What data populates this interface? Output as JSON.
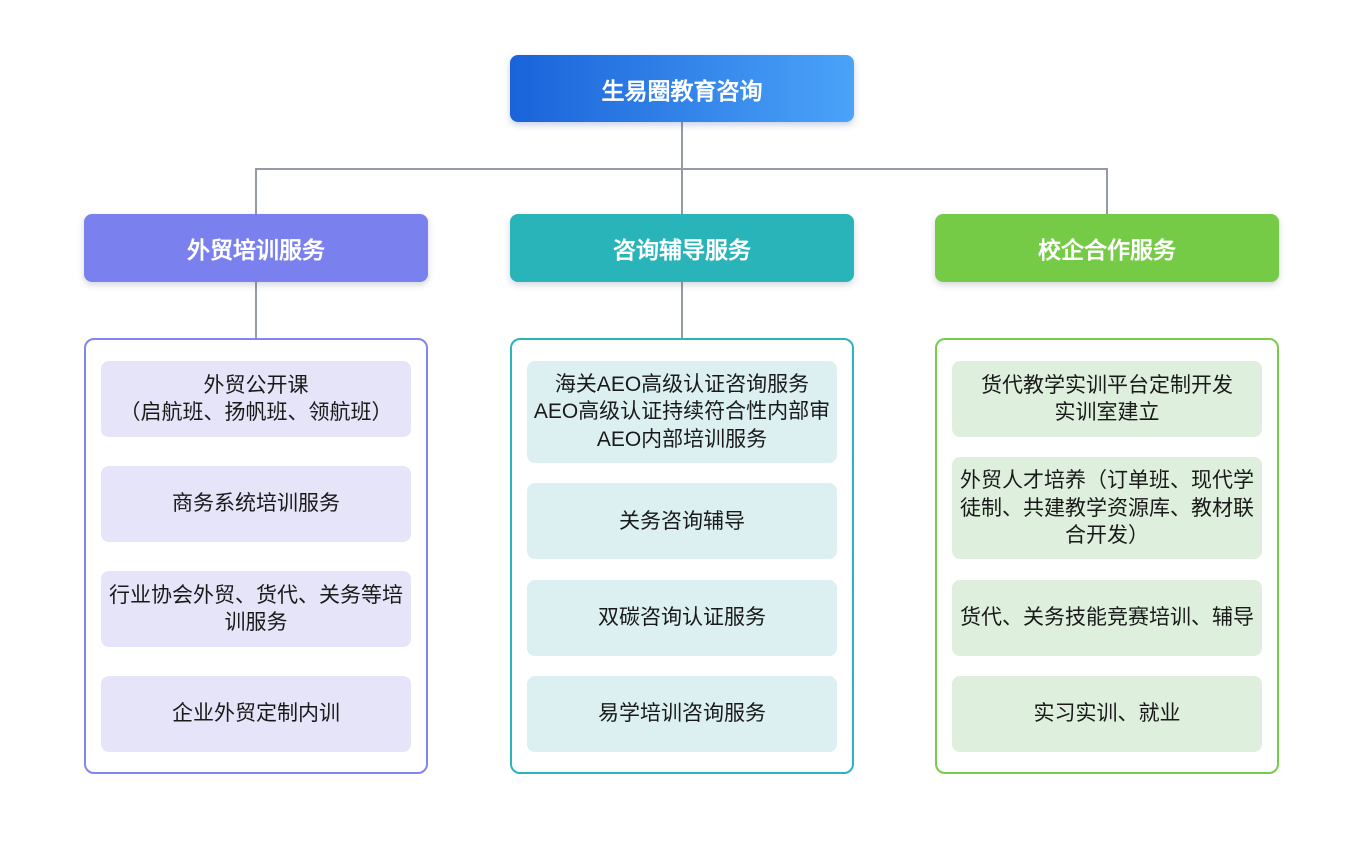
{
  "root": {
    "label": "生易圈教育咨询"
  },
  "branches": [
    {
      "label": "外贸培训服务",
      "items": [
        [
          "外贸公开课",
          "（启航班、扬帆班、领航班）"
        ],
        "商务系统培训服务",
        "行业协会外贸、货代、关务等培训服务",
        "企业外贸定制内训"
      ]
    },
    {
      "label": "咨询辅导服务",
      "items": [
        [
          "海关AEO高级认证咨询服务",
          "AEO高级认证持续符合性内部审",
          "AEO内部培训服务"
        ],
        "关务咨询辅导",
        "双碳咨询认证服务",
        "易学培训咨询服务"
      ]
    },
    {
      "label": "校企合作服务",
      "items": [
        [
          "货代教学实训平台定制开发",
          "实训室建立"
        ],
        "外贸人才培养（订单班、现代学徒制、共建教学资源库、教材联合开发）",
        "货代、关务技能竞赛培训、辅导",
        "实习实训、就业"
      ]
    }
  ],
  "colors": {
    "root_gradient_start": "#1A63DA",
    "root_gradient_end": "#4BA3F8",
    "branch_accents": [
      "#7A80EE",
      "#29B4BA",
      "#76CB46"
    ],
    "branch_borders": [
      "#8185F2",
      "#2AB5BD",
      "#77CC49"
    ],
    "item_backgrounds": [
      "#E6E4F8",
      "#DCF0F2",
      "#DEF0DD"
    ],
    "connector": "#949BA6",
    "item_text": "#1A1A1A",
    "node_text": "#FFFFFF"
  }
}
